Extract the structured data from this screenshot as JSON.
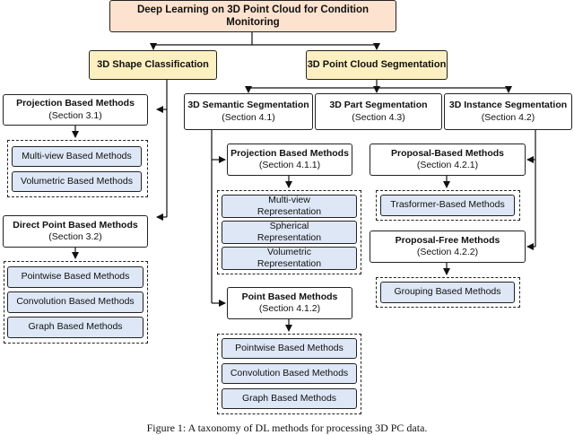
{
  "root": "Deep Learning on 3D Point Cloud for Condition Monitoring",
  "categories": {
    "shape": "3D Shape Classification",
    "segmentation": "3D Point Cloud Segmentation"
  },
  "classification": {
    "projection": {
      "title": "Projection Based Methods",
      "section": "(Section 3.1)",
      "leaves": [
        "Multi-view Based Methods",
        "Volumetric Based Methods"
      ]
    },
    "direct": {
      "title": "Direct Point Based Methods",
      "section": "(Section 3.2)",
      "leaves": [
        "Pointwise Based Methods",
        "Convolution Based Methods",
        "Graph Based Methods"
      ]
    }
  },
  "semantic": {
    "title": "3D Semantic Segmentation",
    "section": "(Section 4.1)",
    "projection": {
      "title": "Projection Based Methods",
      "section": "(Section 4.1.1)",
      "leaves": [
        "Multi-view Representation",
        "Spherical Representation",
        "Volumetric Representation"
      ]
    },
    "point": {
      "title": "Point Based Methods",
      "section": "(Section 4.1.2)",
      "leaves": [
        "Pointwise Based Methods",
        "Convolution Based Methods",
        "Graph Based Methods"
      ]
    }
  },
  "part": {
    "title": "3D Part Segmentation",
    "section": "(Section 4.3)"
  },
  "instance": {
    "title": "3D Instance Segmentation",
    "section": "(Section 4.2)",
    "proposal_based": {
      "title": "Proposal-Based Methods",
      "section": "(Section 4.2.1)",
      "leaves": [
        "Trasformer-Based Methods"
      ]
    },
    "proposal_free": {
      "title": "Proposal-Free Methods",
      "section": "(Section 4.2.2)",
      "leaves": [
        "Grouping Based Methods"
      ]
    }
  },
  "caption": "Figure 1: A taxonomy of DL methods for processing 3D PC data."
}
